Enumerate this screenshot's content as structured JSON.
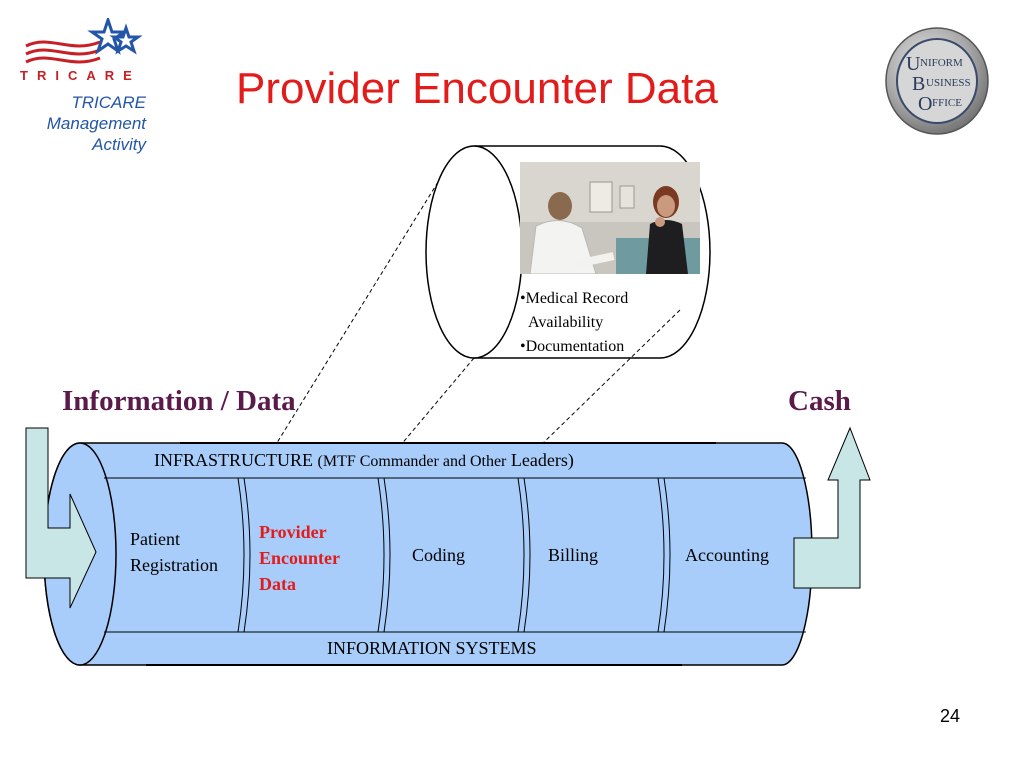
{
  "slide": {
    "title": "Provider Encounter Data",
    "page_number": "24"
  },
  "tricare_logo": {
    "letters": "TRICARE",
    "line1": "TRICARE",
    "line2": "Management",
    "line3": "Activity",
    "colors": {
      "red": "#c62026",
      "blue": "#2356a8"
    }
  },
  "ubo_seal": {
    "letter1": "U",
    "word1": "NIFORM",
    "letter2": "B",
    "word2": "USINESS",
    "letter3": "O",
    "word3": "FFICE"
  },
  "labels": {
    "left": "Information / Data",
    "right": "Cash"
  },
  "zoom": {
    "bullet1_line1": "•Medical Record",
    "bullet1_line2": "Availability",
    "bullet2": "•Documentation",
    "photo": "doctor-patient-exam-photo"
  },
  "pipeline": {
    "infrastructure_main": "INFRASTRUCTURE",
    "infrastructure_paren": "(MTF Commander and Other",
    "infrastructure_end": "Leaders)",
    "information_systems": "INFORMATION SYSTEMS",
    "stages": {
      "patient_line1": "Patient",
      "patient_line2": "Registration",
      "provider_line1": "Provider",
      "provider_line2": "Encounter",
      "provider_line3": "Data",
      "coding": "Coding",
      "billing": "Billing",
      "accounting": "Accounting"
    }
  },
  "colors": {
    "title_red": "#e21b1b",
    "label_purple": "#5a1a4a",
    "cylinder_blue": "#a8cdfa",
    "arrow_teal": "#c9e6e6"
  }
}
